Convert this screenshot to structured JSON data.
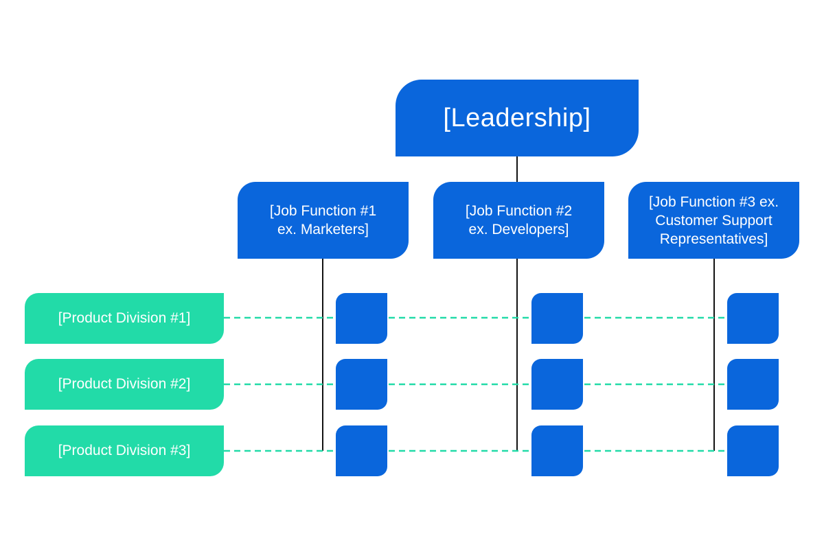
{
  "leadership": {
    "label": "[Leadership]"
  },
  "job_functions": [
    {
      "label": "[Job Function #1\nex. Marketers]"
    },
    {
      "label": "[Job Function #2\nex. Developers]"
    },
    {
      "label": "[Job Function #3 ex.\nCustomer Support\nRepresentatives]"
    }
  ],
  "product_divisions": [
    {
      "label": "[Product Division #1]"
    },
    {
      "label": "[Product Division #2]"
    },
    {
      "label": "[Product Division #3]"
    }
  ],
  "colors": {
    "primary_blue": "#0a66dc",
    "division_green": "#22dba8",
    "connector_dash": "#22dba8",
    "connector_solid": "#111111"
  }
}
